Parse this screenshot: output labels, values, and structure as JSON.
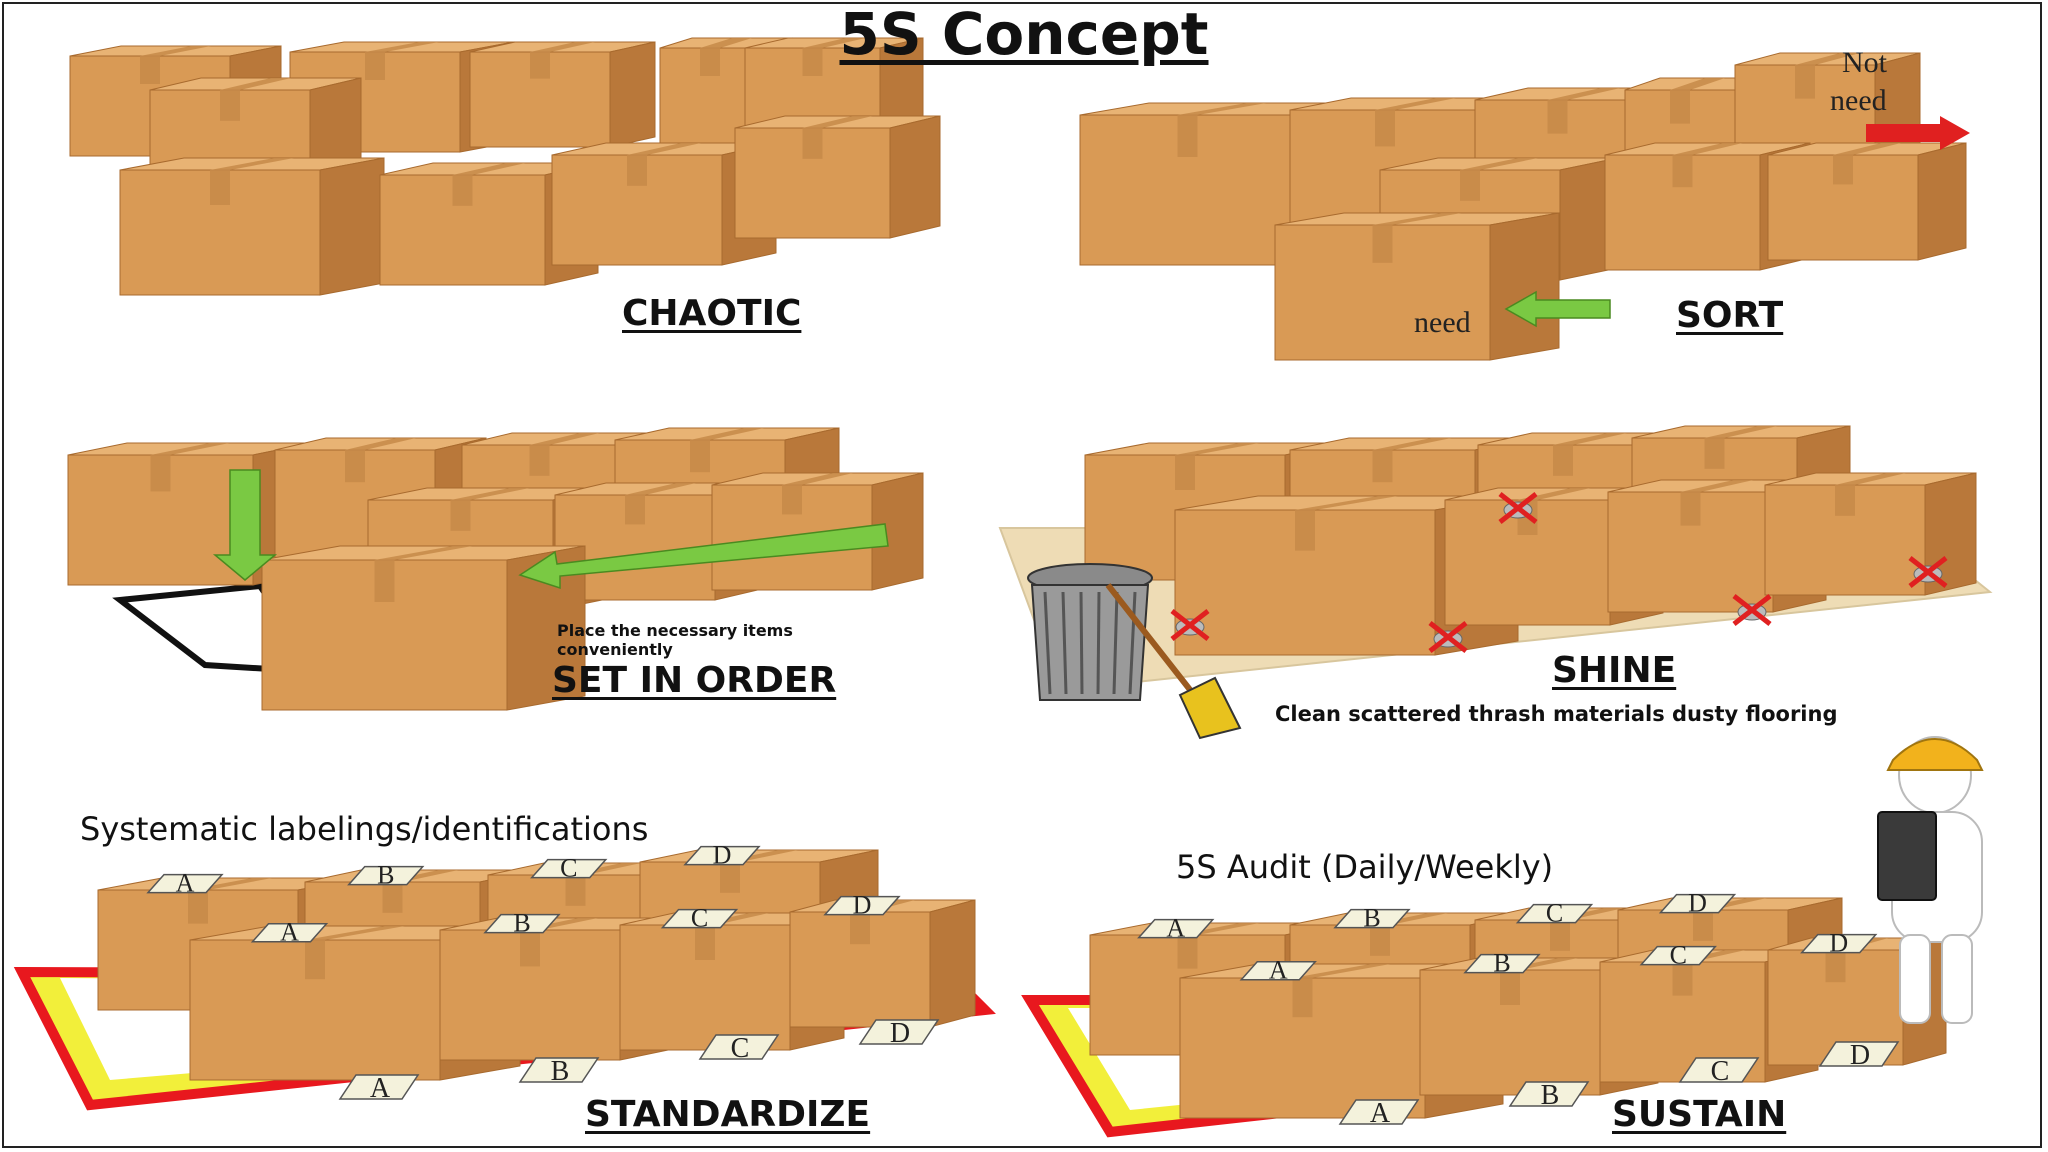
{
  "title": "5S Concept",
  "panels": {
    "chaotic": {
      "label": "CHAOTIC"
    },
    "sort": {
      "label": "SORT",
      "not_need": [
        "Not",
        "need"
      ],
      "need": "need"
    },
    "set_in_order": {
      "label": "SET IN ORDER",
      "note": [
        "Place the necessary items",
        "conveniently"
      ]
    },
    "shine": {
      "label": "SHINE",
      "note": "Clean scattered thrash materials dusty flooring"
    },
    "standardize": {
      "label": "STANDARDIZE",
      "caption": "Systematic labelings/identifications",
      "box_labels": [
        "A",
        "B",
        "C",
        "D"
      ]
    },
    "sustain": {
      "label": "SUSTAIN",
      "caption": "5S Audit (Daily/Weekly)",
      "box_labels": [
        "A",
        "B",
        "C",
        "D"
      ]
    }
  },
  "icons": {
    "boxes": "cardboard-box-icon",
    "not_need_arrow": "red-arrow-right-icon",
    "need_arrow": "green-arrow-left-icon",
    "trash": "trash-can-icon",
    "broom": "broom-icon",
    "auditor": "worker-with-clipboard-icon",
    "dirt_marks": "red-cross-icon"
  },
  "colors": {
    "box_front": "#d99a55",
    "box_side": "#b9783a",
    "box_top": "#e8b374",
    "tape": "#c68a49",
    "red_arrow": "#e02020",
    "green_arrow": "#7ac943",
    "standard_border_red": "#e8181e",
    "standard_border_yellow": "#f2ef3a",
    "floor": "#eedcb5"
  }
}
